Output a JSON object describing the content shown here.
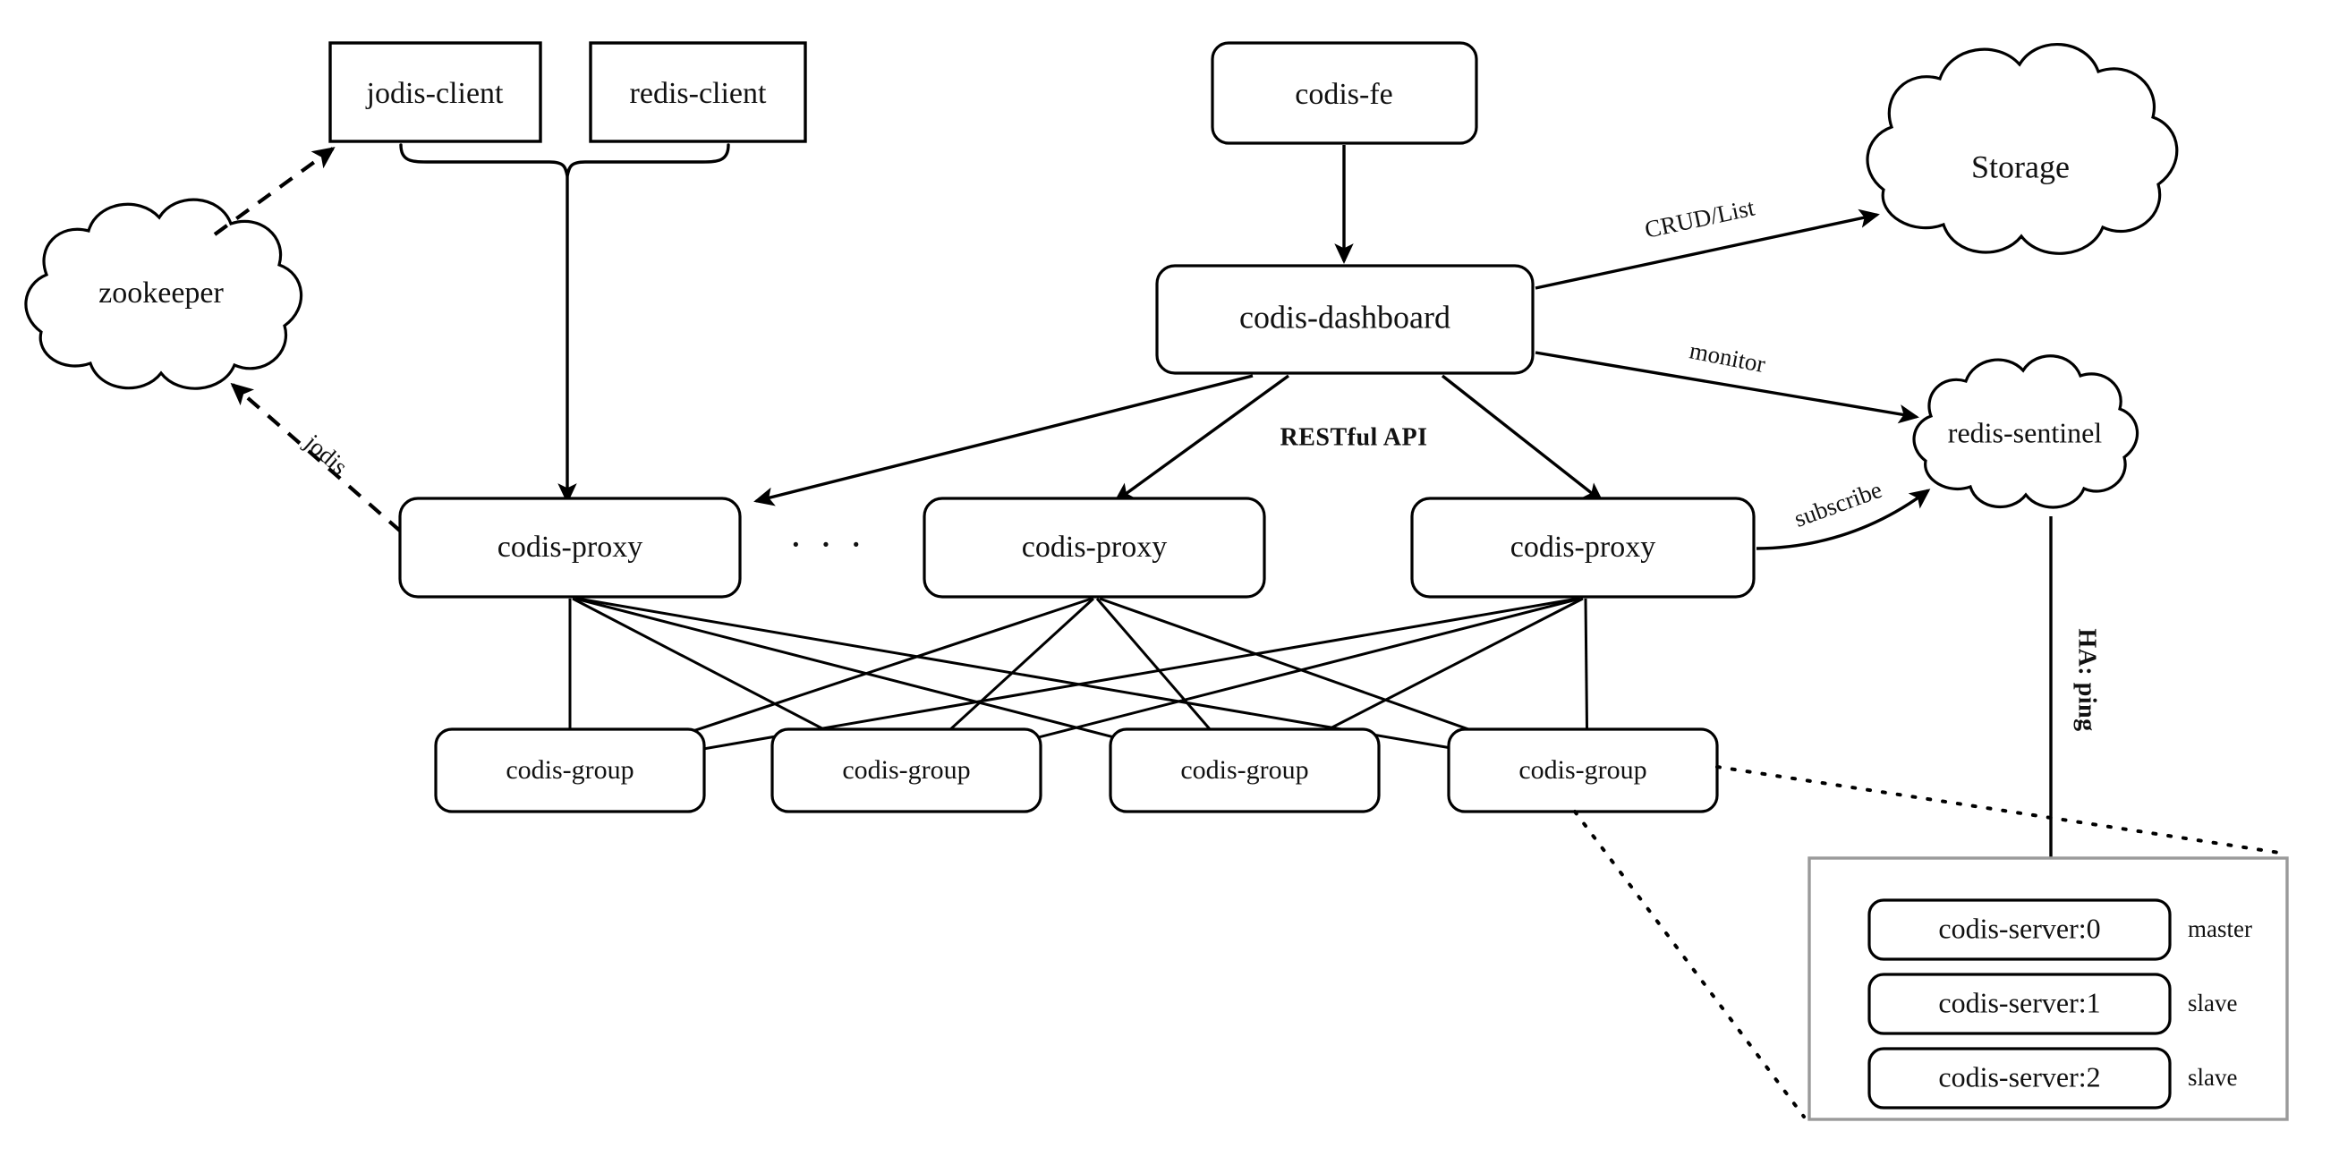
{
  "diagram": {
    "title": "Codis architecture diagram",
    "background": "#ffffff",
    "stroke_color": "#000000",
    "frame_color": "#9a9a9a"
  },
  "nodes": {
    "jodis_client": "jodis-client",
    "redis_client": "redis-client",
    "zookeeper": "zookeeper",
    "codis_fe": "codis-fe",
    "codis_dashboard": "codis-dashboard",
    "storage": "Storage",
    "redis_sentinel": "redis-sentinel",
    "proxy_1": "codis-proxy",
    "proxy_2": "codis-proxy",
    "proxy_3": "codis-proxy",
    "proxy_ellipsis": "· · ·",
    "group_1": "codis-group",
    "group_2": "codis-group",
    "group_3": "codis-group",
    "group_4": "codis-group",
    "server_0": "codis-server:0",
    "server_1": "codis-server:1",
    "server_2": "codis-server:2"
  },
  "roles": {
    "server_0_role": "master",
    "server_1_role": "slave",
    "server_2_role": "slave"
  },
  "edge_labels": {
    "jodis": "jodis",
    "crud_list": "CRUD/List",
    "monitor": "monitor",
    "restful_api": "RESTful API",
    "subscribe": "subscribe",
    "ha_ping": "HA: ping"
  }
}
